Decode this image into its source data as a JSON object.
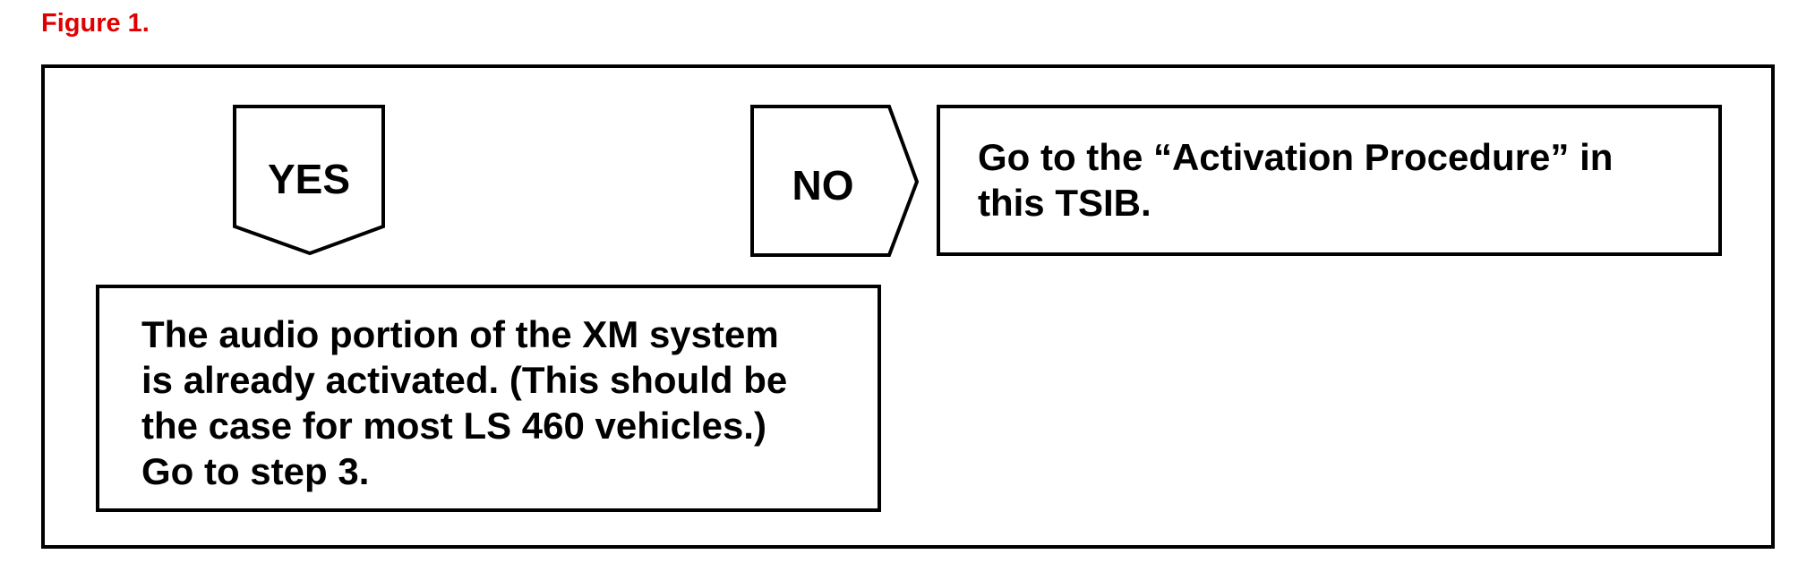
{
  "figure_label": "Figure 1.",
  "colors": {
    "figure_label": "#e00000",
    "stroke": "#000000",
    "background": "#ffffff"
  },
  "yes_branch": {
    "label": "YES",
    "text": "The audio portion of the XM system\nis already activated. (This should be\nthe case for most LS 460 vehicles.)\nGo to step 3."
  },
  "no_branch": {
    "label": "NO",
    "text": "Go to the “Activation Procedure” in\nthis TSIB."
  }
}
